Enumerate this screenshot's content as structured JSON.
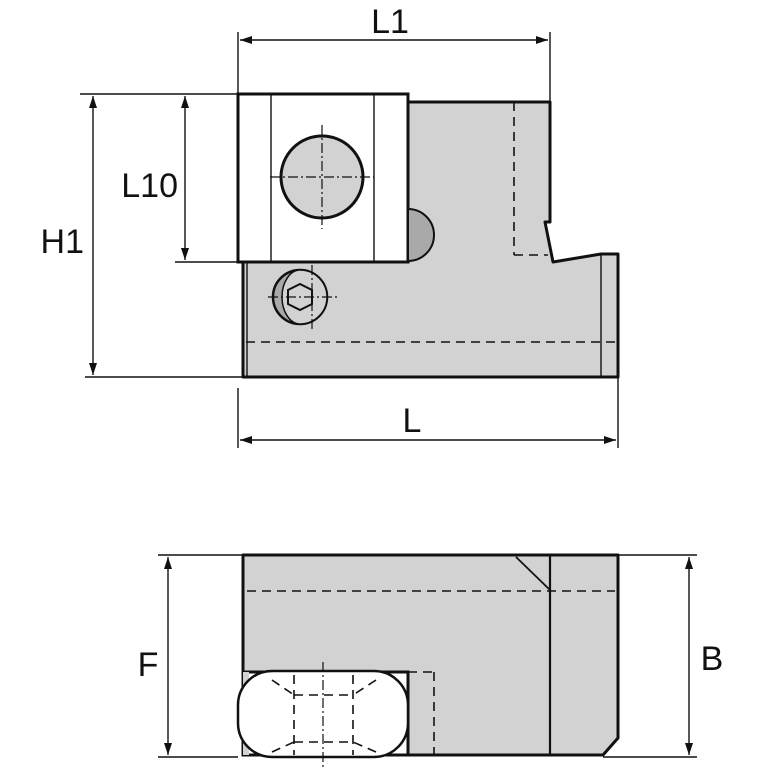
{
  "labels": {
    "l1": "L1",
    "l10": "L10",
    "h1": "H1",
    "l": "L",
    "f": "F",
    "b": "B"
  },
  "colors": {
    "part_fill": "#d2d2d2",
    "recess_fill": "#a9a9a9",
    "line": "#111111",
    "background": "#ffffff"
  }
}
